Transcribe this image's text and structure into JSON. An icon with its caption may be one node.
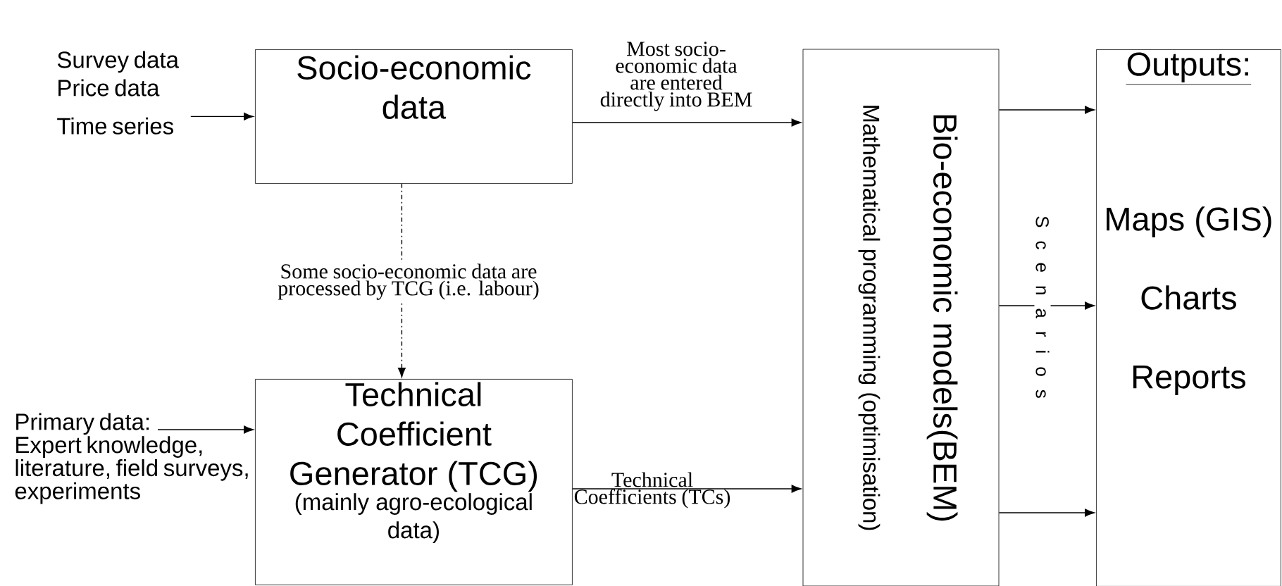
{
  "diagram": {
    "nodes": [
      {
        "text": [
          "Survey data Price data",
          "Time series"
        ]
      },
      {
        "text": [
          "Socio-economic data"
        ]
      },
      {
        "text": [
          "Primary data:",
          "Expert knowledge, literature, field surveys, experiments"
        ]
      },
      {
        "text": [
          "Technical Coefficient Generator (TCG)",
          "(mainly agro-ecological data)"
        ]
      },
      {
        "text": [
          "Bio-economic models(BEM)",
          "Mathematical programming (optimisation)"
        ]
      },
      {
        "text": [
          "Outputs:",
          "Maps (GIS)",
          "Charts",
          "Reports"
        ]
      }
    ],
    "edges": [
      {
        "from": 0,
        "to": 1,
        "arrow": "to"
      },
      {
        "from": 1,
        "to": 4,
        "arrow": "to",
        "label": "Most socio-economic data are entered directly into BEM"
      },
      {
        "from": 1,
        "to": 3,
        "arrow": "to",
        "style": "dashed",
        "label": "Some socio-economic data are processed by TCG (i.e. labour)"
      },
      {
        "from": 2,
        "to": 3,
        "arrow": "to"
      },
      {
        "from": 3,
        "to": 4,
        "arrow": "to",
        "label": "Technical Coefficients (TCs)"
      },
      {
        "from": 4,
        "to": 5,
        "arrow": "to"
      },
      {
        "from": 4,
        "to": 5,
        "arrow": "to"
      },
      {
        "from": 4,
        "to": 5,
        "arrow": "to"
      }
    ],
    "labels": [
      "S c e n a r i o s"
    ]
  }
}
